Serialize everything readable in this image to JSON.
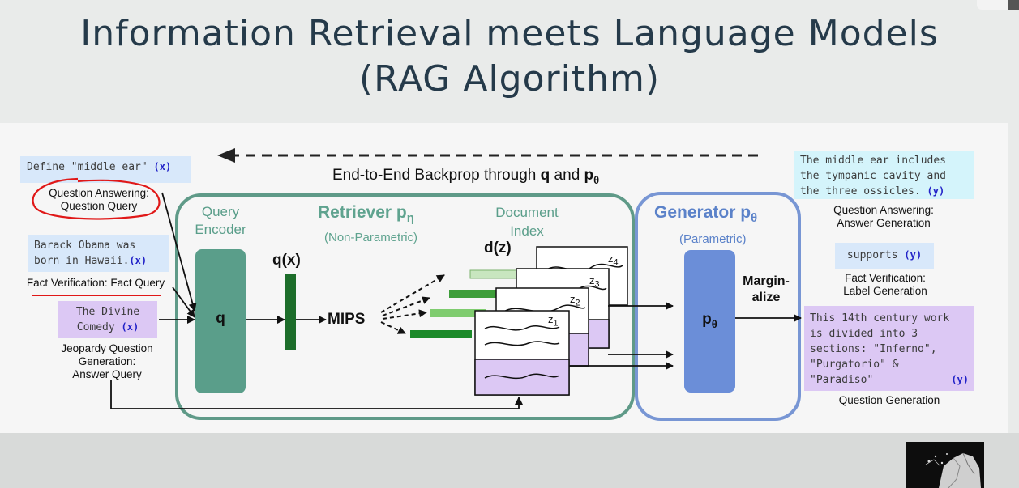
{
  "title": {
    "line1": "Information Retrieval meets Language Models",
    "line2": "(RAG Algorithm)"
  },
  "backprop": {
    "prefix": "End-to-End Backprop through ",
    "q": "q",
    "mid": " and ",
    "p": "p",
    "p_sub": "θ"
  },
  "inputs": [
    {
      "text": "Define \"middle ear\"",
      "var": "(x)",
      "caption": [
        "Question Answering:",
        "Question Query"
      ]
    },
    {
      "text": [
        "Barack Obama was",
        "born in Hawaii."
      ],
      "var": "(x)",
      "caption": [
        "Fact Verification: Fact Query"
      ]
    },
    {
      "text": [
        "The Divine",
        "Comedy"
      ],
      "var": "(x)",
      "caption": [
        "Jeopardy Question",
        "Generation:",
        "Answer Query"
      ]
    }
  ],
  "outputs": [
    {
      "text": [
        "The middle ear includes",
        "the tympanic cavity and",
        "the three ossicles."
      ],
      "var": "(y)",
      "caption": [
        "Question Answering:",
        "Answer Generation"
      ]
    },
    {
      "text": [
        "supports"
      ],
      "var": "(y)",
      "caption": [
        "Fact Verification:",
        "Label Generation"
      ]
    },
    {
      "text": [
        "This 14th century work",
        "is divided into 3",
        "sections: \"Inferno\",",
        "\"Purgatorio\" &",
        "\"Paradiso\""
      ],
      "var": "(y)",
      "caption": [
        "Question Generation"
      ]
    }
  ],
  "retriever": {
    "title": "Retriever p",
    "title_sub": "η",
    "subtitle": "(Non-Parametric)",
    "query_encoder": [
      "Query",
      "Encoder"
    ],
    "q_block": "q",
    "qx": "q(x)",
    "mips": "MIPS",
    "doc_index": [
      "Document",
      "Index"
    ],
    "dz": "d(z)",
    "docs": [
      "z",
      "z",
      "z",
      "z"
    ],
    "doc_subs": [
      "4",
      "3",
      "2",
      "1"
    ]
  },
  "generator": {
    "title": "Generator p",
    "title_sub": "θ",
    "subtitle": "(Parametric)",
    "block": "p",
    "block_sub": "θ",
    "marginalize": [
      "Margin-",
      "alize"
    ]
  },
  "colors": {
    "retriever_border": "#5f9a88",
    "generator_border": "#7896d4",
    "encoder_fill": "#5a9e8a",
    "generator_fill": "#6b8ed8",
    "retriever_title": "#5fa38f",
    "generator_title": "#5b82c9",
    "annotation_red": "#e01818",
    "input_box_blue": "#d8e8fa",
    "input_box_purple": "#dcc8f4",
    "output_box_cyan": "#d4f4fb"
  }
}
